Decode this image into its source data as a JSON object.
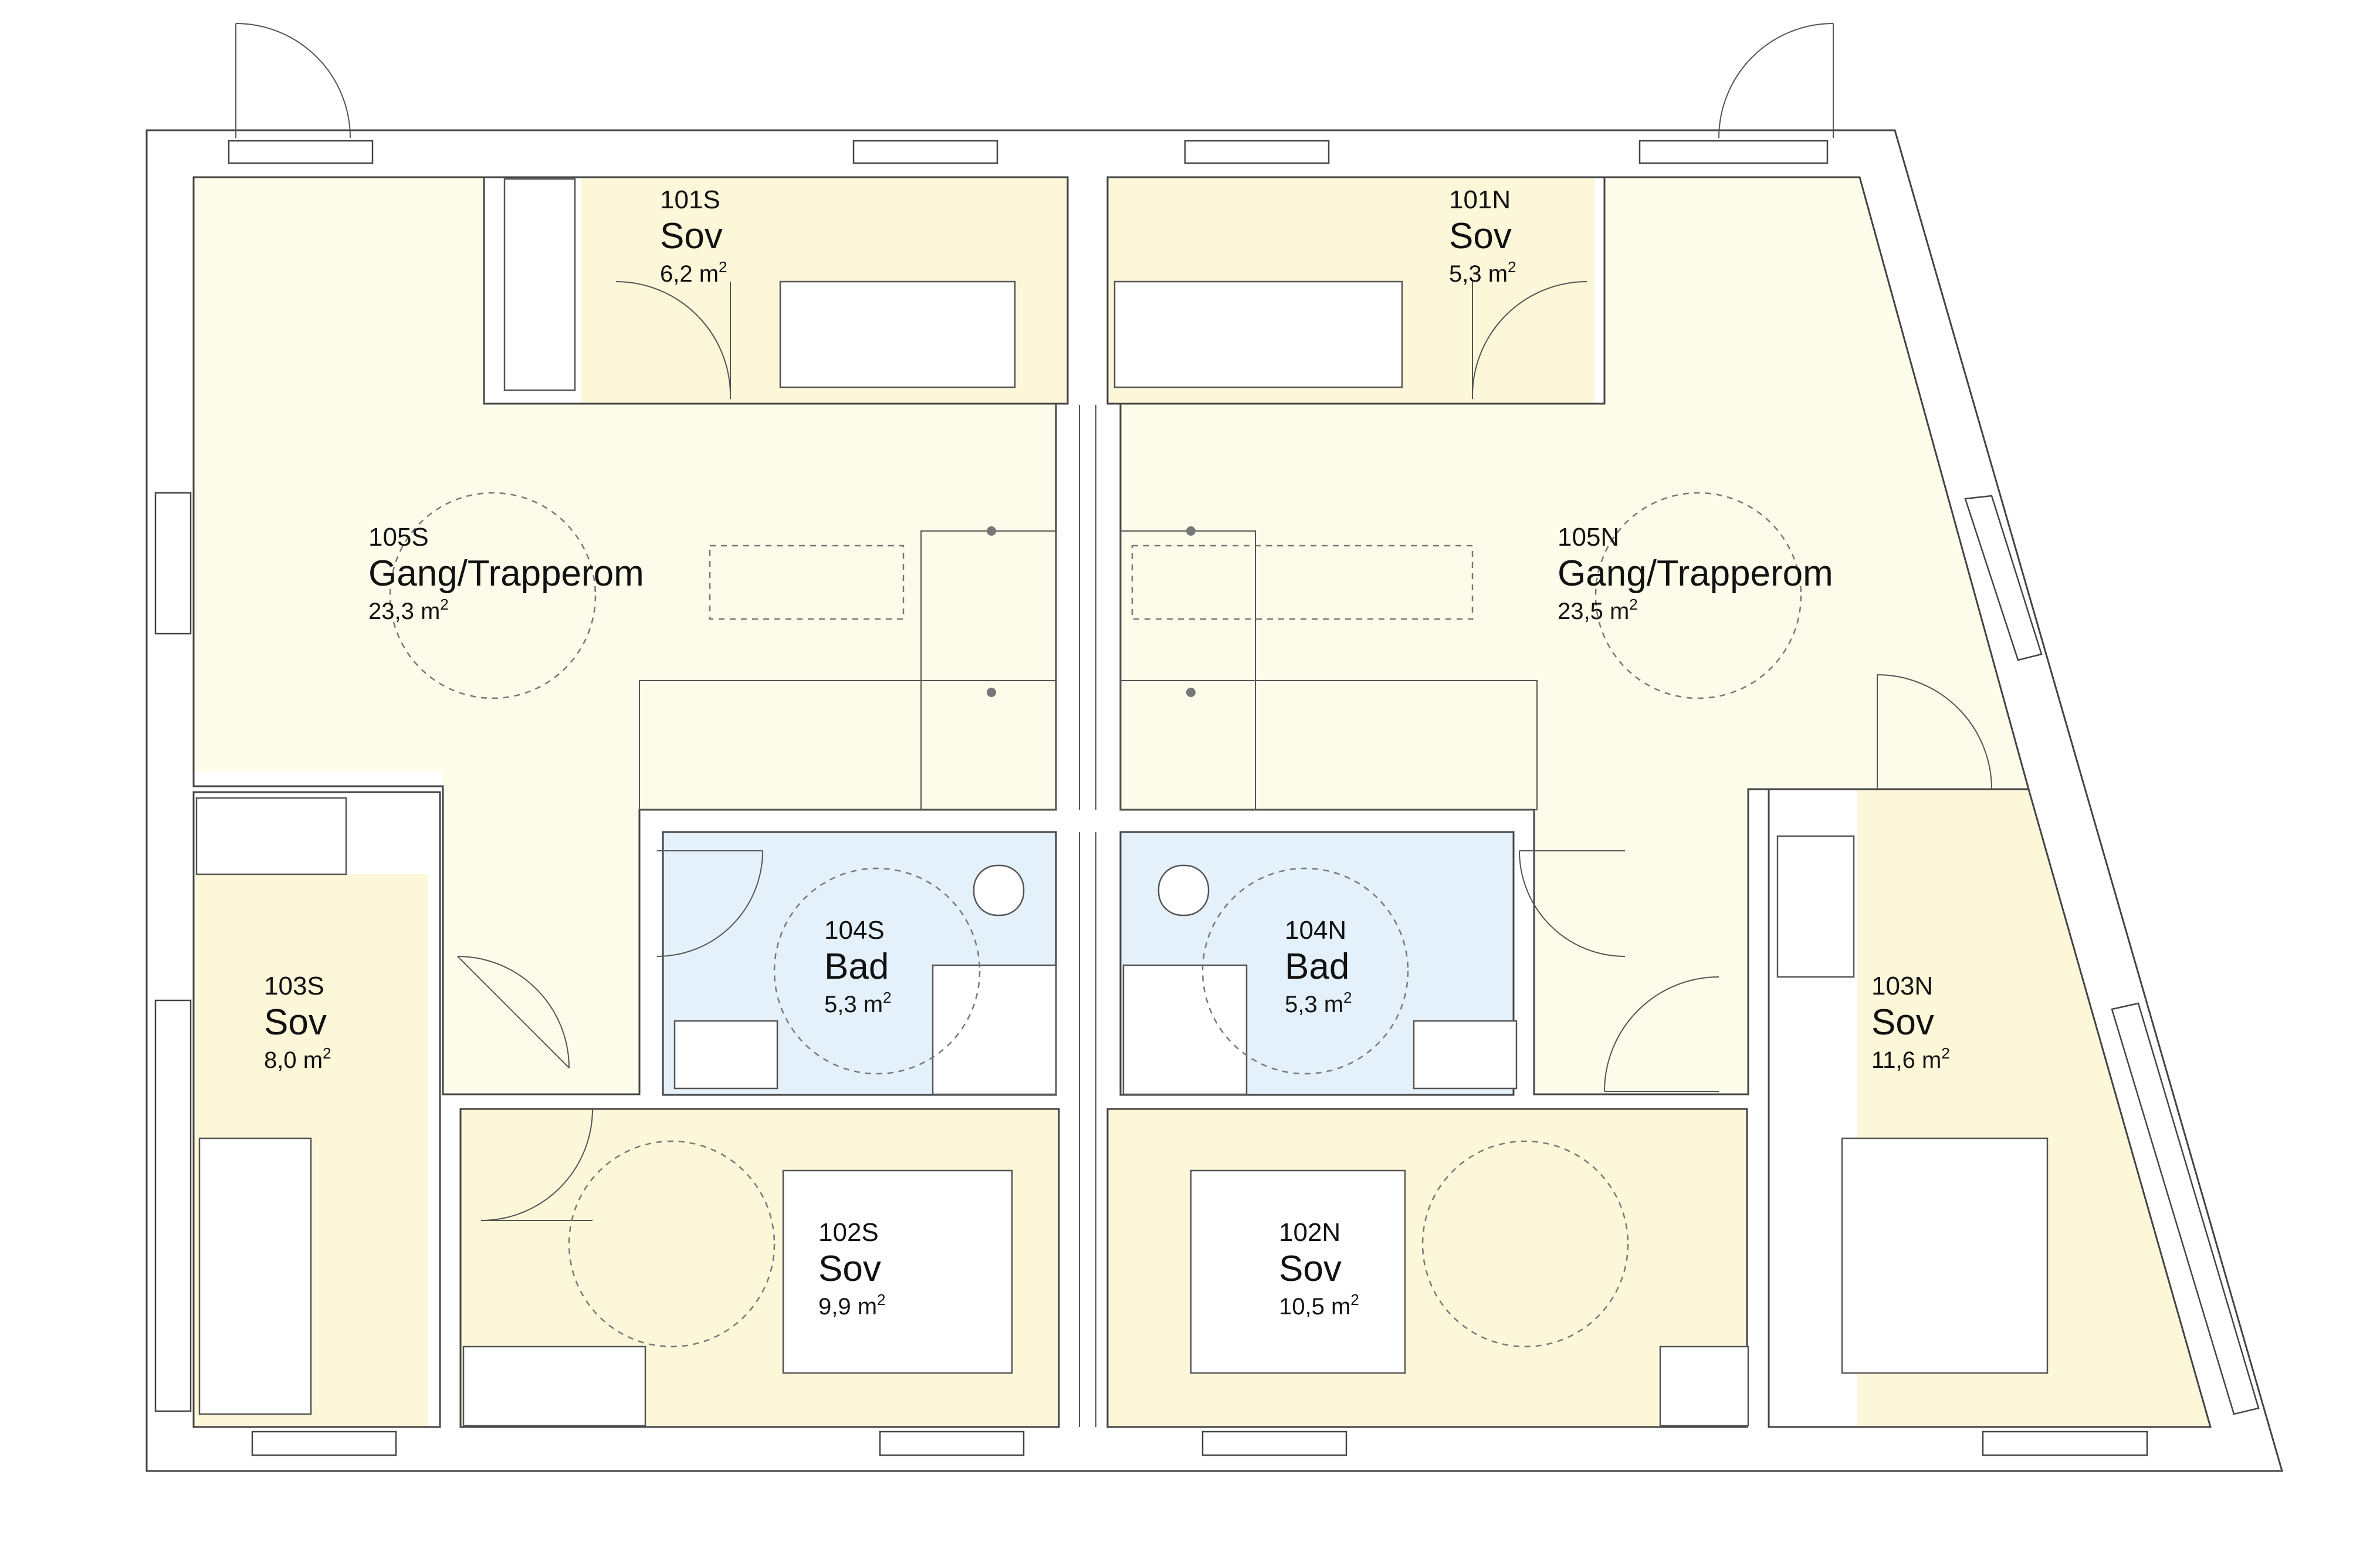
{
  "colors": {
    "room_yellow": "#fcf7d8",
    "room_pale": "#fdfcea",
    "room_blue": "#e4f1fb",
    "wall": "#444444",
    "text": "#111111"
  },
  "rooms": [
    {
      "id": "101S",
      "name": "Sov",
      "area": "6,2 m",
      "sup": "2"
    },
    {
      "id": "101N",
      "name": "Sov",
      "area": "5,3 m",
      "sup": "2"
    },
    {
      "id": "105S",
      "name": "Gang/Trapperom",
      "area": "23,3 m",
      "sup": "2"
    },
    {
      "id": "105N",
      "name": "Gang/Trapperom",
      "area": "23,5 m",
      "sup": "2"
    },
    {
      "id": "104S",
      "name": "Bad",
      "area": "5,3 m",
      "sup": "2"
    },
    {
      "id": "104N",
      "name": "Bad",
      "area": "5,3 m",
      "sup": "2"
    },
    {
      "id": "103S",
      "name": "Sov",
      "area": "8,0 m",
      "sup": "2"
    },
    {
      "id": "103N",
      "name": "Sov",
      "area": "11,6 m",
      "sup": "2"
    },
    {
      "id": "102S",
      "name": "Sov",
      "area": "9,9 m",
      "sup": "2"
    },
    {
      "id": "102N",
      "name": "Sov",
      "area": "10,5 m",
      "sup": "2"
    }
  ]
}
